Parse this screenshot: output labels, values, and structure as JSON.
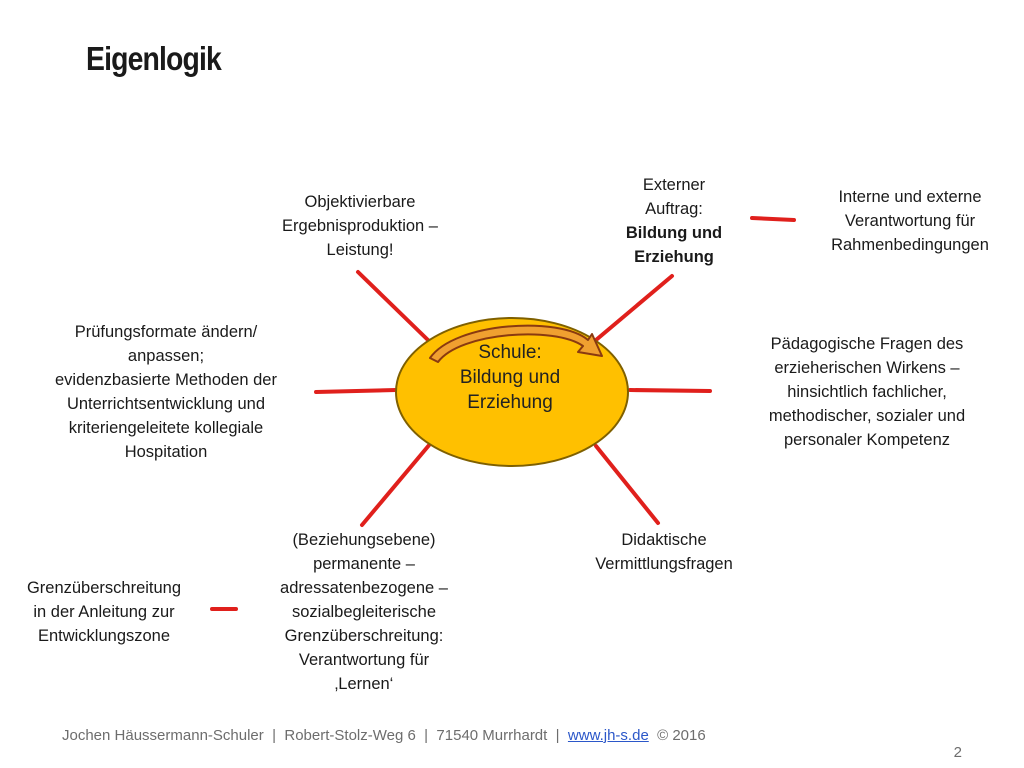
{
  "title": "Eigenlogik",
  "center": {
    "line1": "Schule:",
    "line2": "Bildung und",
    "line3": "Erziehung"
  },
  "nodes": {
    "top_left": [
      "Objektivierbare",
      "Ergebnisproduktion –",
      "Leistung!"
    ],
    "top_right_plain": [
      "Externer",
      "Auftrag:"
    ],
    "top_right_bold": [
      "Bildung und",
      "Erziehung"
    ],
    "far_right_top": [
      "Interne und externe",
      "Verantwortung für",
      "Rahmenbedingungen"
    ],
    "left": [
      "Prüfungsformate ändern/",
      "anpassen;",
      "evidenzbasierte Methoden der",
      "Unterrichtsentwicklung und",
      "kriteriengeleitete kollegiale",
      "Hospitation"
    ],
    "right": [
      "Pädagogische Fragen des",
      "erzieherischen Wirkens –",
      "hinsichtlich fachlicher,",
      "methodischer, sozialer und",
      "personaler Kompetenz"
    ],
    "bottom_right": [
      "Didaktische",
      "Vermittlungsfragen"
    ],
    "bottom_left": [
      "(Beziehungsebene)",
      "permanente –",
      "adressatenbezogene –",
      "sozialbegleiterische",
      "Grenzüberschreitung:",
      "Verantwortung für",
      "‚Lernen‘"
    ],
    "far_left_bottom": [
      "Grenzüberschreitung",
      "in der Anleitung zur",
      "Entwicklungszone"
    ]
  },
  "footer": {
    "author": "Jochen Häussermann-Schuler",
    "address": "Robert-Stolz-Weg 6",
    "city": "71540 Murrhardt",
    "website": "www.jh-s.de",
    "copyright": "©  2016",
    "separator": "|"
  },
  "page_number": "2",
  "colors": {
    "ellipse_fill": "#ffc000",
    "ellipse_stroke": "#7f6000",
    "line": "#e0201c",
    "arrow_fill": "#f0a030",
    "arrow_stroke": "#8a3a10"
  }
}
